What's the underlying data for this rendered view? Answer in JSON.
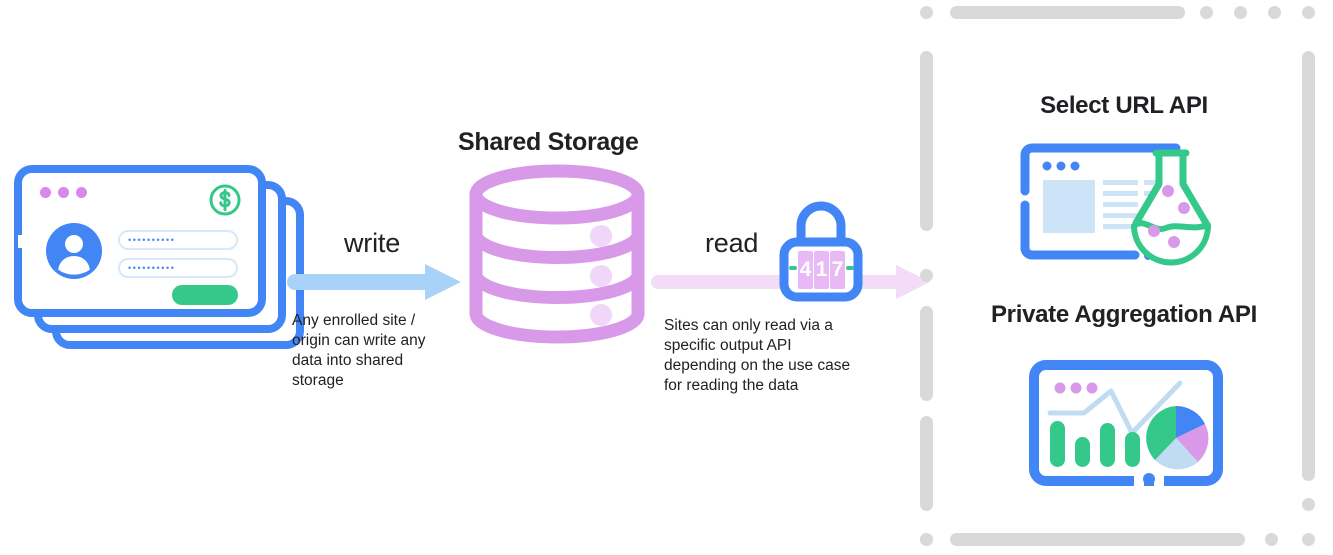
{
  "diagram": {
    "title": "Shared Storage write and read flow",
    "colors": {
      "blue": "#4285f4",
      "light_blue": "#a8d2f7",
      "purple": "#d89ae8",
      "light_purple": "#f2dcf7",
      "green": "#34c98a",
      "gray": "#d9d9d9",
      "text": "#202124",
      "pale_blue_fill": "#cde3f7"
    }
  },
  "source": {
    "name": "site-card-stack",
    "card_count": 3,
    "window_dots": [
      "dot",
      "dot",
      "dot"
    ],
    "badge_icon": "dollar-circle-icon",
    "avatar_icon": "user-avatar-icon",
    "fields": [
      {
        "name": "credential-field-1",
        "mask": "••••••••••"
      },
      {
        "name": "credential-field-2",
        "mask": "••••••••••"
      }
    ],
    "submit_button_label": ""
  },
  "write": {
    "label": "write",
    "caption": "Any enrolled site /\norigin can write any\ndata into shared\nstorage",
    "arrow_color": "#a8d2f7",
    "direction": "right"
  },
  "storage": {
    "title": "Shared Storage",
    "icon": "database-cylinder-icon",
    "tiers": 3,
    "color": "#d89ae8"
  },
  "read": {
    "label": "read",
    "caption": "Sites can only read via a\nspecific output API\ndepending on the use case\nfor reading the data",
    "arrow_color": "#f2dcf7",
    "direction": "right",
    "gate": {
      "name": "combination-padlock-icon",
      "digits": [
        "4",
        "1",
        "7"
      ],
      "body_color": "#4285f4",
      "dial_color": "#d89ae8"
    }
  },
  "output_apis": {
    "border_style": "dashed-rounded",
    "items": [
      {
        "title": "Select URL API",
        "icon": "browser-window-with-flask-icon",
        "flask_dots": 4
      },
      {
        "title": "Private Aggregation API",
        "icon": "analytics-dashboard-icon",
        "bar_values": [
          100,
          58,
          95,
          70
        ],
        "pie_slices": [
          {
            "label": "green",
            "color": "#34c98a",
            "percent": 45
          },
          {
            "label": "blue",
            "color": "#4285f4",
            "percent": 20
          },
          {
            "label": "purple",
            "color": "#d89ae8",
            "percent": 20
          },
          {
            "label": "light-blue",
            "color": "#bfdcf2",
            "percent": 15
          }
        ]
      }
    ]
  }
}
